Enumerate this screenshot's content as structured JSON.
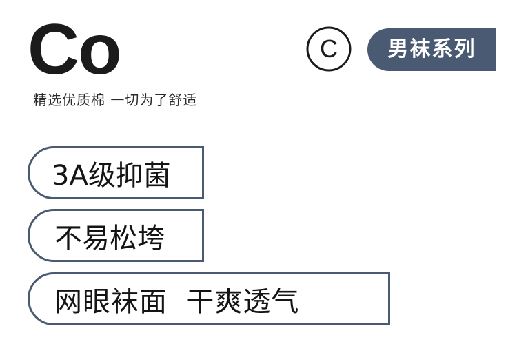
{
  "brand": {
    "title": "Co",
    "tagline": "精选优质棉 一切为了舒适"
  },
  "badge": {
    "copyright_symbol": "C",
    "series_label": "男袜系列"
  },
  "features": [
    "3A级抑菌",
    "不易松垮",
    "网眼袜面  干爽透气"
  ],
  "colors": {
    "accent": "#4a5a72",
    "text": "#1a1a1a",
    "background": "#ffffff"
  }
}
